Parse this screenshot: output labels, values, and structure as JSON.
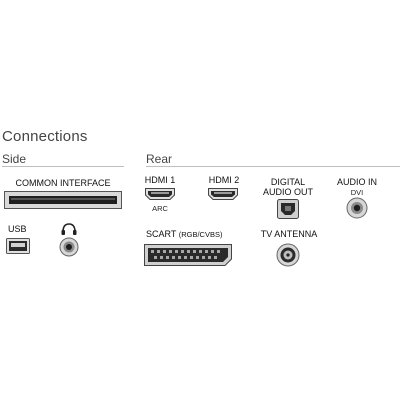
{
  "title": "Connections",
  "sections": {
    "side": "Side",
    "rear": "Rear"
  },
  "ports": {
    "common_interface": "COMMON INTERFACE",
    "usb": "USB",
    "headphone": "",
    "hdmi1": "HDMI 1",
    "hdmi1_sub": "ARC",
    "hdmi2": "HDMI 2",
    "digital_audio_line1": "DIGITAL",
    "digital_audio_line2": "AUDIO OUT",
    "audio_in": "AUDIO IN",
    "audio_in_sub": "DVI",
    "scart_main": "SCART",
    "scart_sub": "(RGB/CVBS)",
    "tv_antenna": "TV ANTENNA"
  },
  "colors": {
    "port_dark": "#2a2a2a",
    "port_mid": "#8a8a8a",
    "port_light": "#d9d9d9",
    "rule": "#bfbfbf"
  },
  "icons": [
    "usb-port-icon",
    "headphone-jack-icon",
    "hdmi-port-icon",
    "optical-port-icon",
    "audio-jack-icon",
    "scart-port-icon",
    "antenna-port-icon"
  ]
}
